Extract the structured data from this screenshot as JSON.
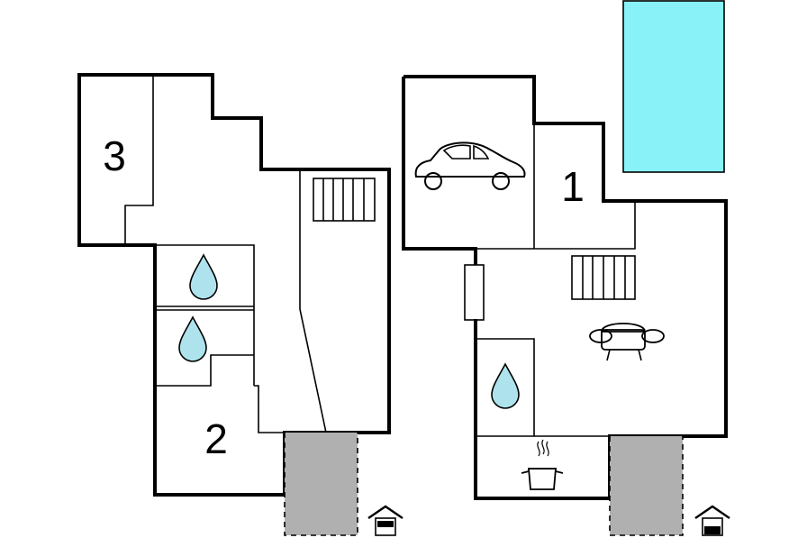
{
  "rooms": {
    "bedroom_1": "1",
    "bedroom_2": "2",
    "bedroom_3": "3"
  },
  "colors": {
    "pool": "#88f2f8",
    "terrace": "#b0b0b0",
    "water": "#aee3ee",
    "wall": "#000000",
    "background": "#ffffff"
  },
  "icons": [
    "car-icon",
    "radiator-icon",
    "water-drop-icon",
    "sofa-icon",
    "cooking-pot-icon",
    "house-entrance-icon",
    "pool-shape"
  ]
}
